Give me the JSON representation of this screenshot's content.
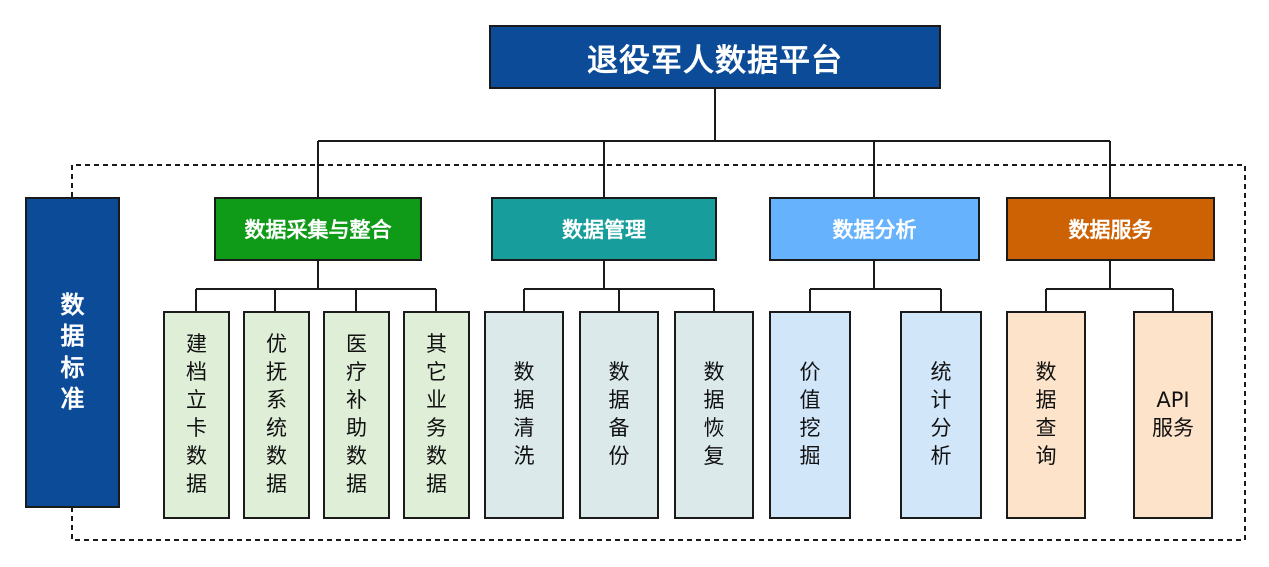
{
  "root": {
    "title": "退役军人数据平台",
    "color": "#0b4b98"
  },
  "standard": {
    "label": "数据标准",
    "color": "#0b4b98"
  },
  "categories": [
    {
      "label": "数据采集与整合",
      "color": "#0f9a18",
      "leaf_color": "#dfeed7",
      "leaves": [
        "建档立卡数据",
        "优抚系统数据",
        "医疗补助数据",
        "其它业务数据"
      ]
    },
    {
      "label": "数据管理",
      "color": "#179e9c",
      "leaf_color": "#dbe9ea",
      "leaves": [
        "数据清洗",
        "数据备份",
        "数据恢复"
      ]
    },
    {
      "label": "数据分析",
      "color": "#66b2fc",
      "leaf_color": "#d2e6fa",
      "leaves": [
        "价值挖掘",
        "统计分析"
      ]
    },
    {
      "label": "数据服务",
      "color": "#cd6204",
      "leaf_color": "#fce3ca",
      "leaves": [
        "数据查询",
        "API服务"
      ]
    }
  ]
}
